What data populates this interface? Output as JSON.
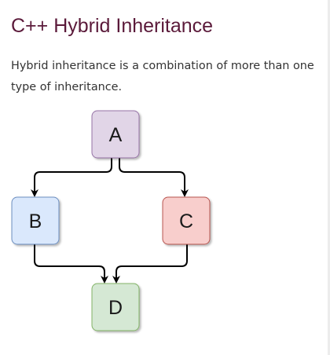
{
  "title": "C++ Hybrid Inheritance",
  "description": "Hybrid inheritance is a combination of more than one type of inheritance.",
  "diagram": {
    "nodes": [
      {
        "id": "A",
        "label": "A",
        "fill": "#e1d5e7",
        "stroke": "#9673a6"
      },
      {
        "id": "B",
        "label": "B",
        "fill": "#dae8fc",
        "stroke": "#6c8ebf"
      },
      {
        "id": "C",
        "label": "C",
        "fill": "#f8cecc",
        "stroke": "#b85450"
      },
      {
        "id": "D",
        "label": "D",
        "fill": "#d5e8d4",
        "stroke": "#82b366"
      }
    ],
    "edges": [
      {
        "from": "A",
        "to": "B"
      },
      {
        "from": "A",
        "to": "C"
      },
      {
        "from": "B",
        "to": "D"
      },
      {
        "from": "C",
        "to": "D"
      }
    ]
  }
}
